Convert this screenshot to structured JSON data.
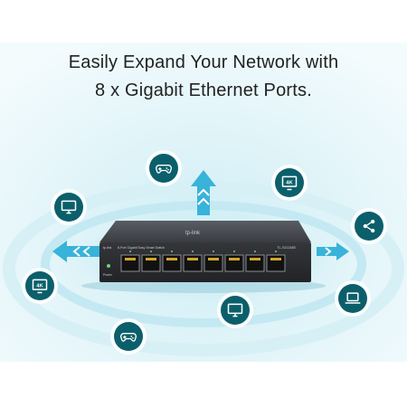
{
  "headline": {
    "line1": "Easily Expand Your Network with",
    "line2": "8 x Gigabit Ethernet Ports."
  },
  "switch_labels": {
    "brand": "tp-link",
    "subtitle": "8-Port Gigabit Easy Smart Switch",
    "model": "TL-SG108E",
    "power": "Power"
  },
  "icon_text": {
    "tv_4k": "4K"
  },
  "colors": {
    "badge": "#0b5f6b",
    "arrow": "#38b3da",
    "headline": "#222222",
    "switch_body": "#2d2f33"
  },
  "icons": [
    "gamepad-icon",
    "monitor-icon",
    "4k-tv-icon",
    "4k-tv-icon",
    "share-icon",
    "laptop-icon",
    "monitor-icon",
    "gamepad-icon"
  ]
}
